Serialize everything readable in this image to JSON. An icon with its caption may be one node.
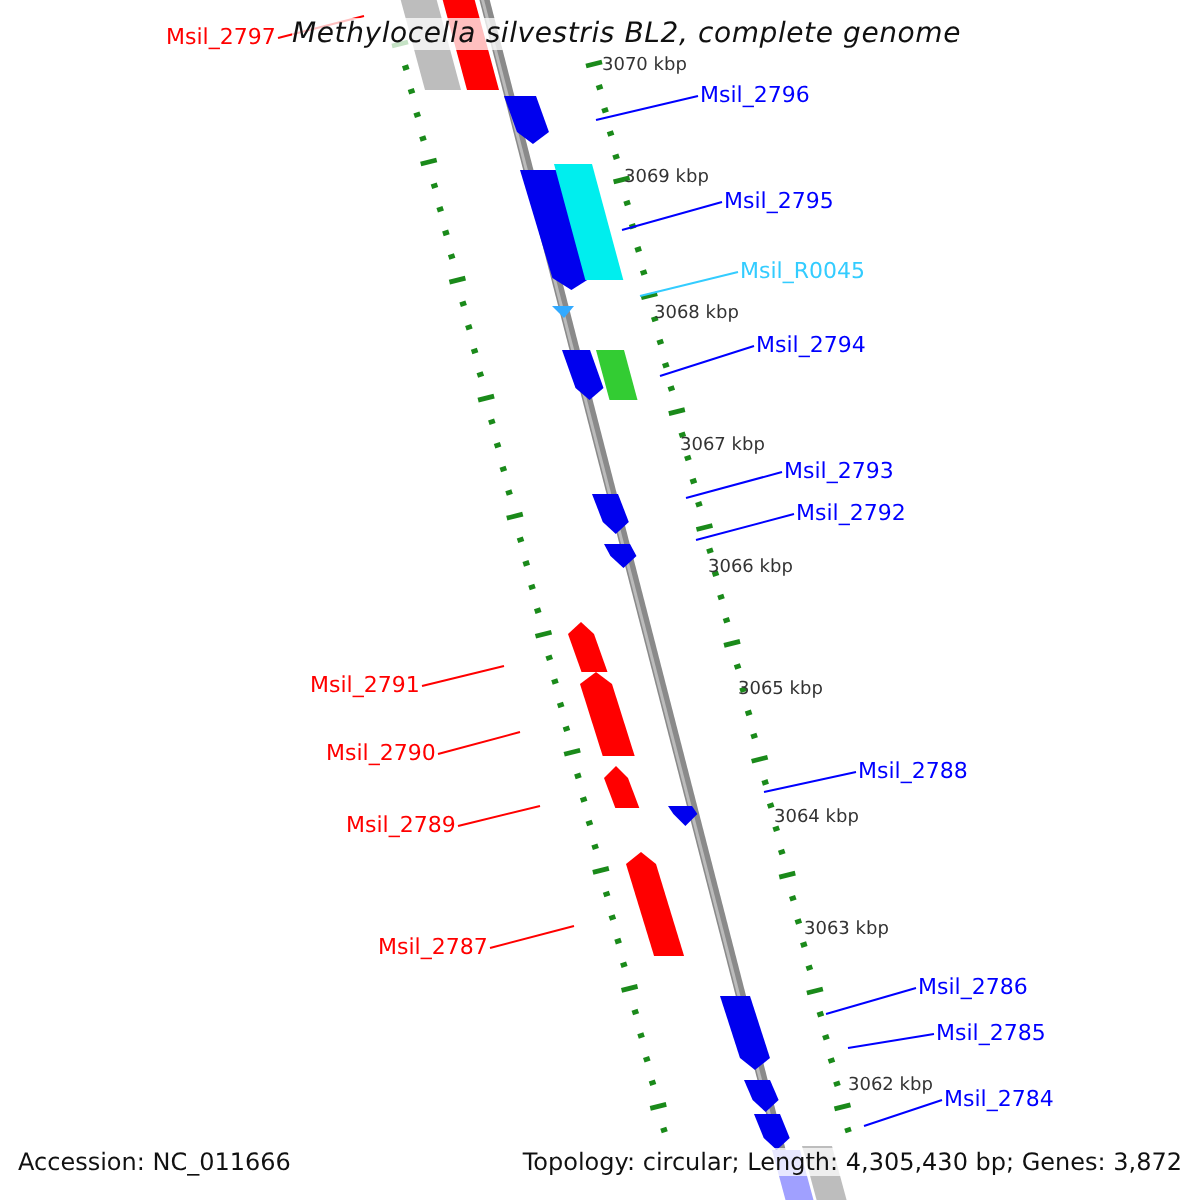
{
  "diagram": {
    "title": "Methylocella silvestris BL2, complete genome",
    "nodes": [
      {
        "text": [
          "Msil_2797"
        ]
      },
      {
        "text": [
          "Msil_2796"
        ]
      },
      {
        "text": [
          "Msil_2795"
        ]
      },
      {
        "text": [
          "Msil_R0045"
        ]
      },
      {
        "text": [
          "Msil_2794"
        ]
      },
      {
        "text": [
          "Msil_2793"
        ]
      },
      {
        "text": [
          "Msil_2792"
        ]
      },
      {
        "text": [
          "Msil_2791"
        ]
      },
      {
        "text": [
          "Msil_2790"
        ]
      },
      {
        "text": [
          "Msil_2789"
        ]
      },
      {
        "text": [
          "Msil_2788"
        ]
      },
      {
        "text": [
          "Msil_2787"
        ]
      },
      {
        "text": [
          "Msil_2786"
        ]
      },
      {
        "text": [
          "Msil_2785"
        ]
      },
      {
        "text": [
          "Msil_2784"
        ]
      }
    ],
    "edges": [
      {
        "from": 0,
        "to": null,
        "arrow": "none",
        "color": "#ff0000"
      },
      {
        "from": 1,
        "to": null,
        "arrow": "none"
      },
      {
        "from": 2,
        "to": null,
        "arrow": "none"
      },
      {
        "from": 3,
        "to": null,
        "arrow": "none",
        "color": "#33ccff"
      },
      {
        "from": 4,
        "to": null,
        "arrow": "none"
      },
      {
        "from": 5,
        "to": null,
        "arrow": "none"
      },
      {
        "from": 6,
        "to": null,
        "arrow": "none"
      },
      {
        "from": 7,
        "to": null,
        "arrow": "none",
        "color": "#ff0000"
      },
      {
        "from": 8,
        "to": null,
        "arrow": "none",
        "color": "#ff0000"
      },
      {
        "from": 9,
        "to": null,
        "arrow": "none",
        "color": "#ff0000"
      },
      {
        "from": 10,
        "to": null,
        "arrow": "none"
      },
      {
        "from": 11,
        "to": null,
        "arrow": "none",
        "color": "#ff0000"
      },
      {
        "from": 12,
        "to": null,
        "arrow": "none"
      },
      {
        "from": 13,
        "to": null,
        "arrow": "none"
      },
      {
        "from": 14,
        "to": null,
        "arrow": "none"
      }
    ],
    "labels": [
      "3070 kbp",
      "3069 kbp",
      "3068 kbp",
      "3067 kbp",
      "3066 kbp",
      "3065 kbp",
      "3064 kbp",
      "3063 kbp",
      "3062 kbp",
      "Accession: NC_011666",
      "Topology: circular; Length: 4,305,430 bp; Genes: 3,872"
    ]
  }
}
